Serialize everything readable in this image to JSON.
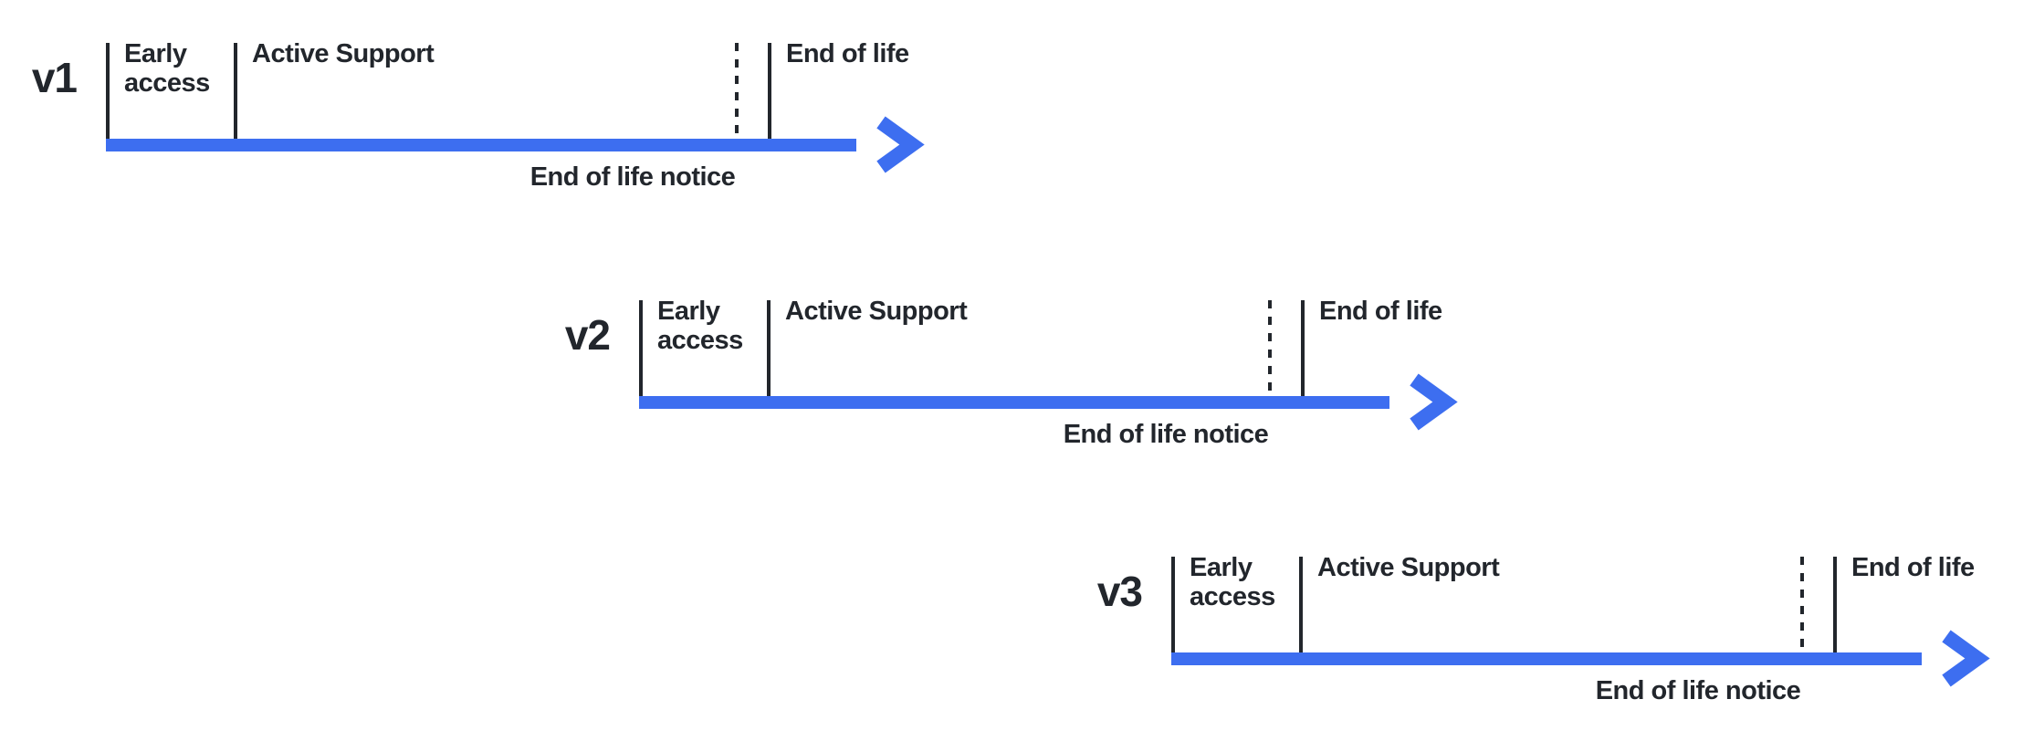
{
  "diagram": {
    "type": "version-lifecycle-timeline",
    "colors": {
      "accent_blue": "#3D6EF0",
      "ink": "#22262C",
      "background": "#FFFFFF"
    },
    "versions": [
      {
        "label": "v1",
        "early_access": "Early access",
        "active_support": "Active Support",
        "end_of_life": "End of life",
        "eol_notice": "End of life notice"
      },
      {
        "label": "v2",
        "early_access": "Early access",
        "active_support": "Active Support",
        "end_of_life": "End of life",
        "eol_notice": "End of life notice"
      },
      {
        "label": "v3",
        "early_access": "Early access",
        "active_support": "Active Support",
        "end_of_life": "End of life",
        "eol_notice": "End of life notice"
      }
    ]
  }
}
